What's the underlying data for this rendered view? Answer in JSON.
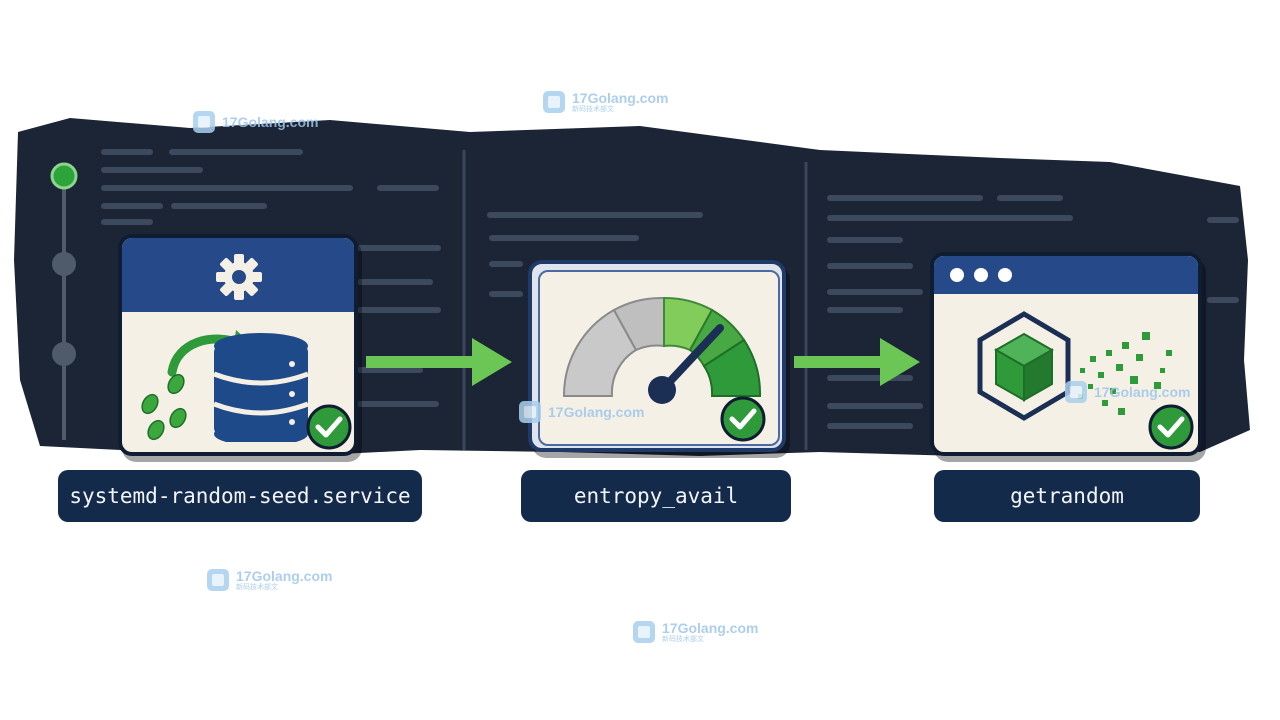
{
  "steps": [
    {
      "label": "systemd-random-seed.service",
      "icon": "gear-icon",
      "status": "check"
    },
    {
      "label": "entropy_avail",
      "icon": "gauge-icon",
      "status": "check"
    },
    {
      "label": "getrandom",
      "icon": "cube-icon",
      "status": "check"
    }
  ],
  "watermark": {
    "text": "17Golang.com",
    "subtext": "新码技术部文"
  },
  "colors": {
    "navy": "#132a4a",
    "blue": "#26498a",
    "green": "#2f9a3a",
    "light_green": "#7ccf5a",
    "paper": "#f4f0e6",
    "band": "#1b2536"
  }
}
